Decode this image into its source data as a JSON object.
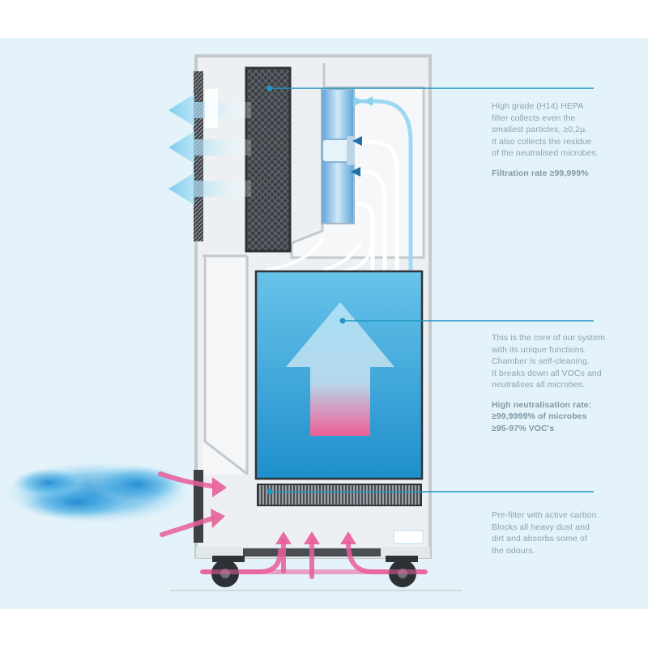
{
  "callouts": {
    "hepa": {
      "text": "High grade (H14) HEPA\nfilter collects even the\nsmallest particles, ≥0,2μ.\nIt also collects the residue\nof the neutralised microbes.",
      "rate": "Filtration rate ≥99,999%"
    },
    "core": {
      "text": "This is the core of our system\nwith its unique functions.\nChamber is self-cleaning.\nIt breaks down all VOCs and\nneutralises all microbes.",
      "rate": "High neutralisation rate:\n≥99,9999% of microbes\n≥95-97% VOC's"
    },
    "prefilter": {
      "text": "Pre-filter with active carbon.\nBlocks all heavy dust and\ndirt and absorbs some of\nthe odours."
    }
  },
  "colors": {
    "background": "#e4f3f9",
    "chamber": "#3fa9dc",
    "callout_line": "#1f95c3",
    "intake_arrow": "#e85e9a",
    "outflow_arrow": "#8fd2f0",
    "callout_text": "#8aa4b2"
  }
}
